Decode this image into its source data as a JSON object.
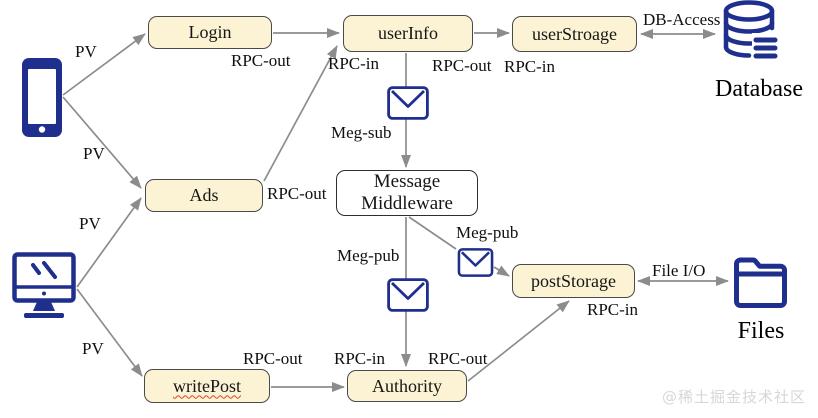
{
  "nodes": {
    "login": "Login",
    "ads": "Ads",
    "write_post": "writePost",
    "user_info": "userInfo",
    "user_stroage": "userStroage",
    "message_middleware_line1": "Message",
    "message_middleware_line2": "Middleware",
    "authority": "Authority",
    "post_storage": "postStorage"
  },
  "actors": {
    "database": "Database",
    "files": "Files"
  },
  "edge_labels": {
    "pv_phone_login": "PV",
    "pv_phone_ads": "PV",
    "pv_pc_ads": "PV",
    "pv_pc_writepost": "PV",
    "rpc_out_login": "RPC-out",
    "rpc_in_userinfo": "RPC-in",
    "rpc_out_userinfo": "RPC-out",
    "rpc_in_userstroage": "RPC-in",
    "db_access": "DB-Access",
    "meg_sub": "Meg-sub",
    "rpc_out_ads": "RPC-out",
    "meg_pub_left": "Meg-pub",
    "meg_pub_right": "Meg-pub",
    "rpc_out_writepost": "RPC-out",
    "rpc_in_authority": "RPC-in",
    "rpc_out_authority": "RPC-out",
    "rpc_in_poststorage": "RPC-in",
    "file_io": "File I/O"
  },
  "watermark": "@稀土掘金技术社区",
  "colors": {
    "node_fill": "#fbf3d3",
    "node_border": "#4a4a4a",
    "icon_blue": "#1e2f8e",
    "connector_gray": "#8c8c8c",
    "misspell_red": "#d8452e"
  }
}
